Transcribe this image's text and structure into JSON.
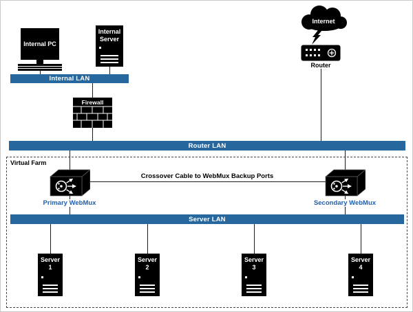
{
  "colors": {
    "lan_bar": "#26689E",
    "webmux_label": "#1F5FAD",
    "device": "#000000"
  },
  "nodes": {
    "internal_pc": {
      "label": "Internal PC"
    },
    "internal_server": {
      "label": "Internal Server"
    },
    "internal_lan": {
      "label": "Internal LAN"
    },
    "firewall": {
      "label": "Firewall"
    },
    "internet": {
      "label": "Internet"
    },
    "router": {
      "label": "Router"
    },
    "router_lan": {
      "label": "Router LAN"
    },
    "virtual_farm": {
      "label": "Virtual Farm"
    },
    "primary_webmux": {
      "label": "Primary WebMux"
    },
    "secondary_webmux": {
      "label": "Secondary WebMux"
    },
    "crossover_cable": {
      "label": "Crossover Cable to WebMux Backup Ports"
    },
    "server_lan": {
      "label": "Server LAN"
    },
    "servers": [
      {
        "name": "Server",
        "number": "1"
      },
      {
        "name": "Server",
        "number": "2"
      },
      {
        "name": "Server",
        "number": "3"
      },
      {
        "name": "Server",
        "number": "4"
      }
    ]
  }
}
